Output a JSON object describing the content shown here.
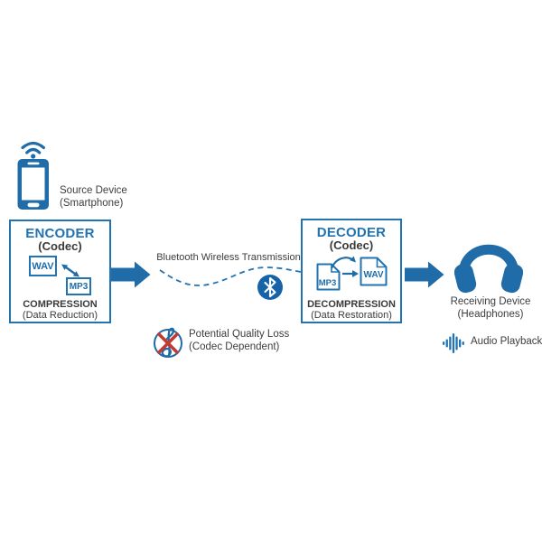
{
  "colors": {
    "primary_blue": "#1F6CA8",
    "outline_blue": "#2273B1",
    "bluetooth_blue": "#1763A8",
    "dark_text": "#3D3D3D",
    "error_red": "#C13B33",
    "background": "#FFFFFF"
  },
  "source_device": {
    "line1": "Source Device",
    "line2": "(Smartphone)"
  },
  "encoder": {
    "title": "ENCODER",
    "subtitle": "(Codec)",
    "input_format": "WAV",
    "output_format": "MP3",
    "process": "COMPRESSION",
    "process_note": "(Data Reduction)"
  },
  "transmission": {
    "label": "Bluetooth Wireless Transmission"
  },
  "quality_loss": {
    "line1": "Potential Quality Loss",
    "line2": "(Codec Dependent)"
  },
  "decoder": {
    "title": "DECODER",
    "subtitle": "(Codec)",
    "input_format": "MP3",
    "output_format": "WAV",
    "process": "DECOMPRESSION",
    "process_note": "(Data Restoration)"
  },
  "receiving_device": {
    "line1": "Receiving Device",
    "line2": "(Headphones)"
  },
  "audio_playback": {
    "label": "Audio Playback"
  },
  "icons": {
    "smartphone": "smartphone body with wifi arcs above",
    "bluetooth": "white bluetooth rune in blue circle",
    "quality_loss": "treble clef in circle crossed by red X",
    "headphones": "over-ear headphones",
    "waveform": "symmetric audio waveform bars",
    "mp3_file": "document page with folded corner",
    "wav_file": "document page with folded corner",
    "flow_arrow": "solid block arrow pointing right",
    "dashed_wave": "dashed sine wave transmission line"
  }
}
